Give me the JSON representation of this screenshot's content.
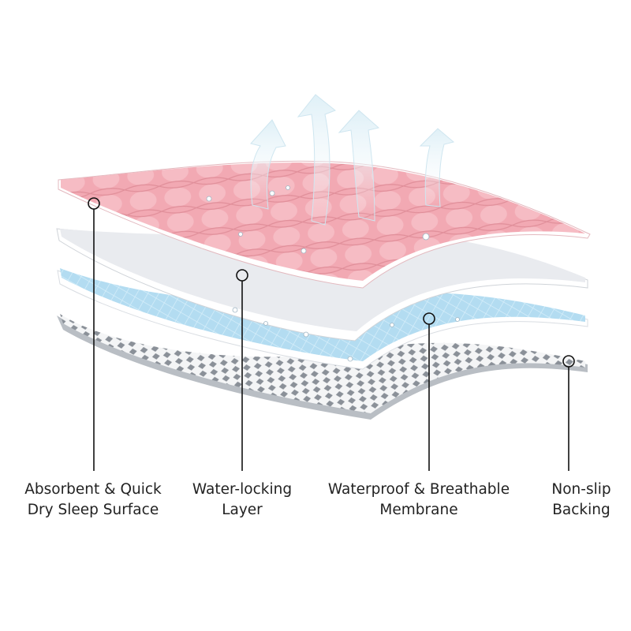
{
  "layers": [
    {
      "id": "surface",
      "label_line1": "Absorbent & Quick",
      "label_line2": "Dry Sleep Surface",
      "color": "#f0a6b0"
    },
    {
      "id": "water-locking",
      "label_line1": "Water-locking",
      "label_line2": "Layer",
      "color": "#eceef2"
    },
    {
      "id": "membrane",
      "label_line1": "Waterproof & Breathable",
      "label_line2": "Membrane",
      "color": "#a9d6ee"
    },
    {
      "id": "backing",
      "label_line1": "Non-slip",
      "label_line2": "Backing",
      "color": "#9aa0a8"
    }
  ],
  "arrows": {
    "count": 4,
    "color": "#e6f3f8"
  },
  "leader_color": "#111111"
}
